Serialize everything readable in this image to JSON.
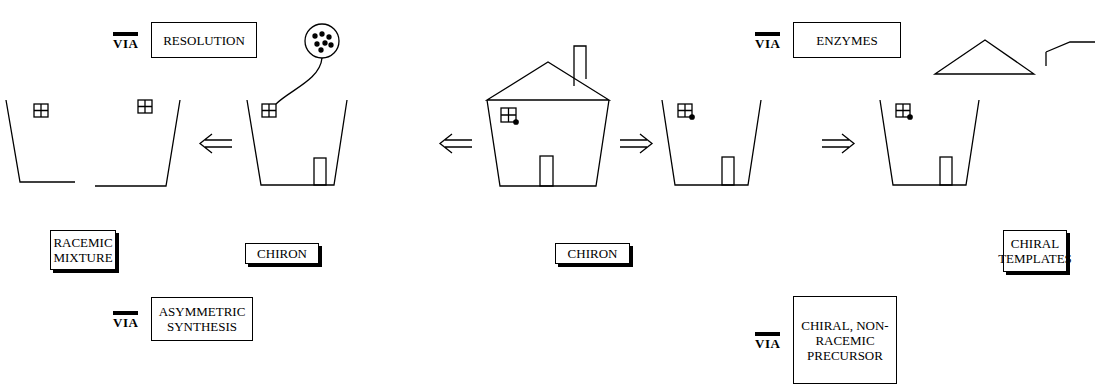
{
  "diagram": {
    "nodes": [
      {
        "text": [
          "VIA",
          "RESOLUTION"
        ]
      },
      {
        "text": [
          "VIA",
          "ENZYMES"
        ]
      },
      {
        "text": [
          "RACEMIC MIXTURE"
        ]
      },
      {
        "text": [
          "CHIRON"
        ]
      },
      {
        "text": [
          "CHIRON"
        ]
      },
      {
        "text": [
          "CHIRAL TEMPLATES"
        ]
      },
      {
        "text": [
          "VIA",
          "ASYMMETRIC SYNTHESIS"
        ]
      },
      {
        "text": [
          "VIA",
          "CHIRAL, NON-RACEMIC PRECURSOR"
        ]
      }
    ]
  }
}
